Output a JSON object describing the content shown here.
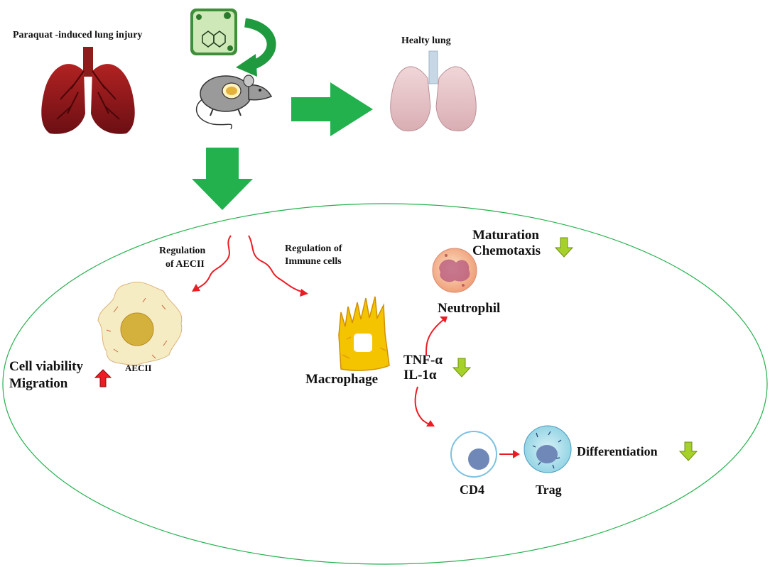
{
  "top": {
    "injury_label": "Paraquat -induced lung injury",
    "healthy_label": "Healty lung"
  },
  "branches": {
    "aecii_regulation": [
      "Regulation",
      "of AECII"
    ],
    "immune_regulation": [
      "Regulation of",
      "Immune cells"
    ]
  },
  "cells": {
    "aecii": "AECII",
    "macrophage": "Macrophage",
    "neutrophil": "Neutrophil",
    "cd4": "CD4",
    "treg": "Trag"
  },
  "effects": {
    "aecii_effect": [
      "Cell viability",
      "Migration"
    ],
    "neutrophil_effect": [
      "Maturation",
      "Chemotaxis"
    ],
    "cytokines": [
      "TNF-α",
      "IL-1α"
    ],
    "treg_effect": "Differentiation"
  },
  "colors": {
    "green_arrow": "#22b14c",
    "curved_arrow": "#1f9a3f",
    "red_arrow": "#ed1c24",
    "down_arrow": "#a6d12b",
    "ellipse": "#22b14c",
    "lung_injured": "#8b1a1a",
    "lung_healthy": "#e8c4c8",
    "aecii_cell": "#f6ecc4",
    "macrophage": "#f5c400",
    "neutrophil": "#f3c28a",
    "cd4_nucleus": "#6f88b8",
    "treg_cell": "#bfe6f0"
  },
  "icons": {
    "injured_lung": "lung-injured-icon",
    "healthy_lung": "lung-healthy-icon",
    "compound": "compound-molecule-icon",
    "mouse": "mouse-icon"
  }
}
